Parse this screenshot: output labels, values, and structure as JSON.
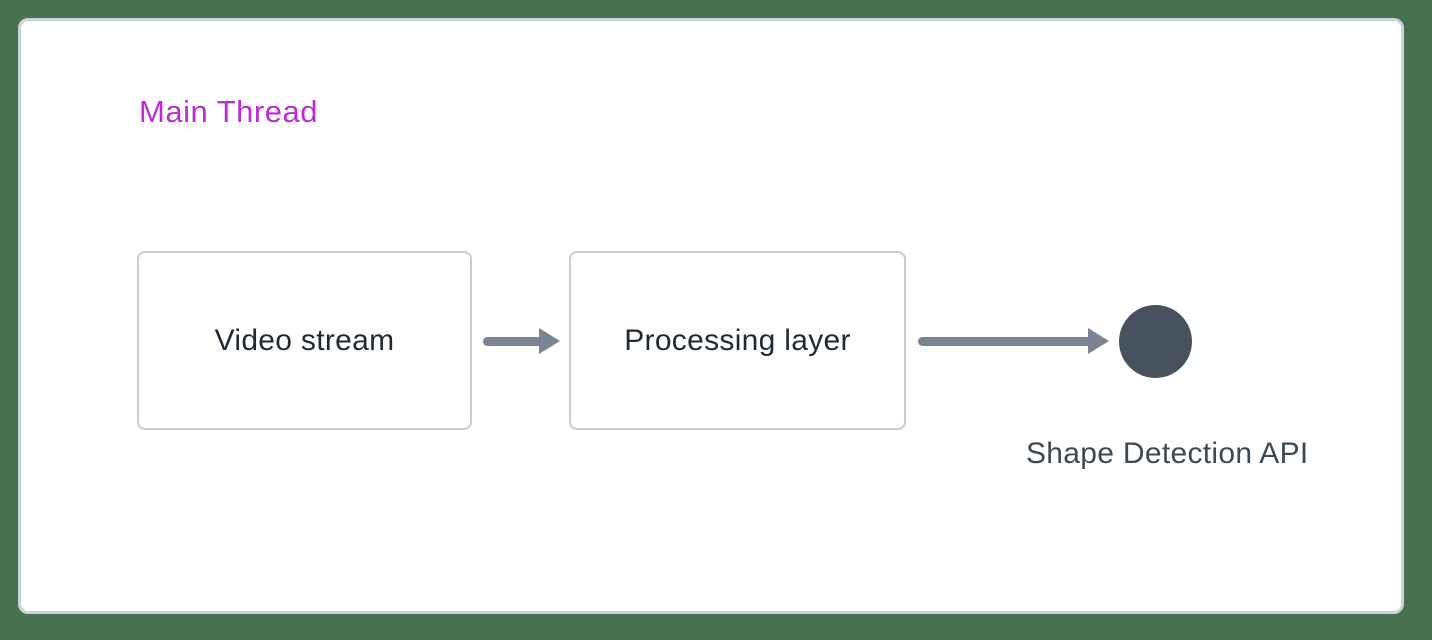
{
  "panel": {
    "title": "Main Thread"
  },
  "nodes": [
    {
      "label": "Video stream"
    },
    {
      "label": "Processing layer"
    }
  ],
  "endpoint": {
    "label": "Shape Detection API"
  },
  "colors": {
    "page-bg": "#49704f",
    "panel-bg": "#ffffff",
    "panel-border": "#c9d3dc",
    "title": "#bb2dd0",
    "node-border": "#c3cdd7",
    "node-text": "#1e2b37",
    "arrow": "#7a8591",
    "circle": "#47525e",
    "endpoint-text": "#3d4a56"
  }
}
